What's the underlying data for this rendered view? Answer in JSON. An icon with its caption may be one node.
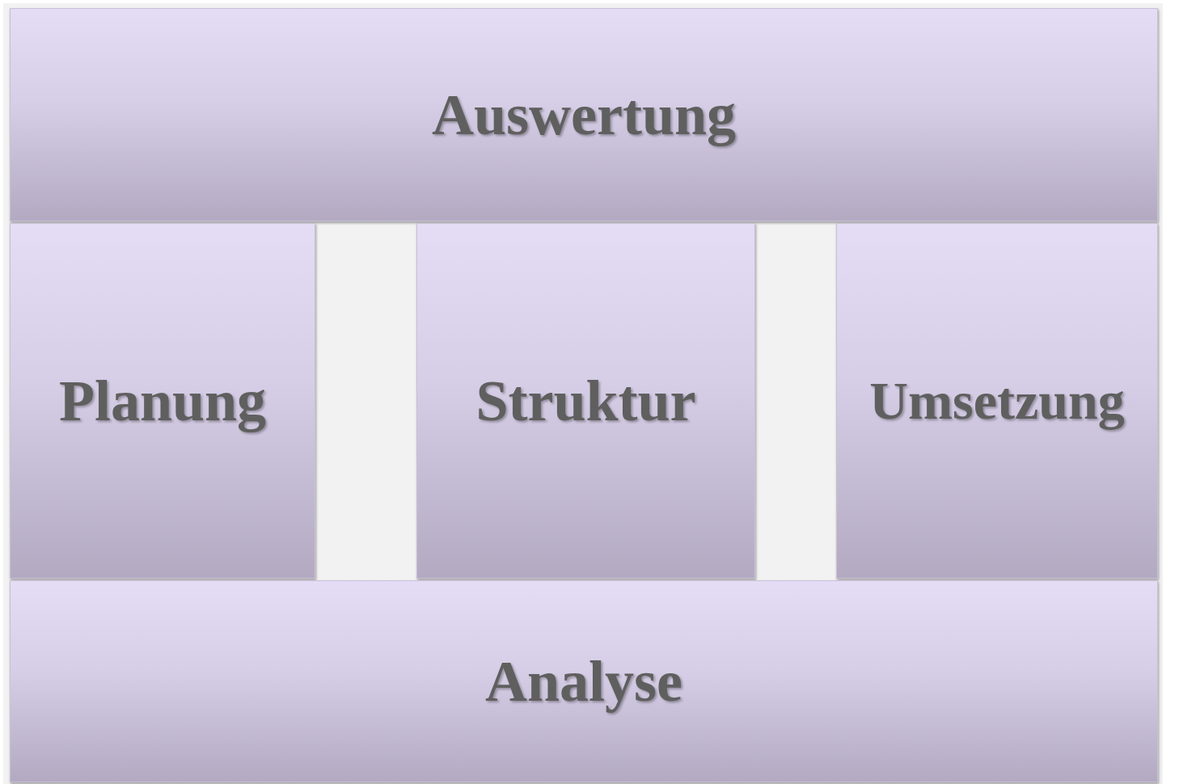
{
  "diagram": {
    "nodes": [
      {
        "text": [
          "Auswertung"
        ]
      },
      {
        "text": [
          "Planung"
        ]
      },
      {
        "text": [
          "Struktur"
        ]
      },
      {
        "text": [
          "Umsetzung"
        ]
      },
      {
        "text": [
          "Analyse"
        ]
      }
    ]
  }
}
